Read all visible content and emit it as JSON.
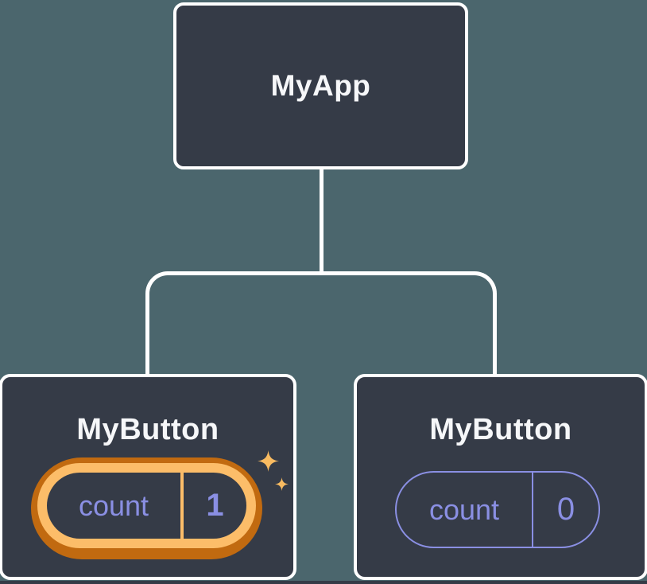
{
  "diagram": {
    "type": "component-tree",
    "description": "React component tree: MyApp parent with two MyButton children, each holding its own isolated count state; the left button's state is highlighted as just updated",
    "root": {
      "label": "MyApp"
    },
    "children": [
      {
        "label": "MyButton",
        "state": {
          "key": "count",
          "value": "1"
        },
        "highlighted": true,
        "icon": "sparkles-icon"
      },
      {
        "label": "MyButton",
        "state": {
          "key": "count",
          "value": "0"
        },
        "highlighted": false
      }
    ],
    "colors": {
      "background": "#4b666d",
      "node_fill": "#353b47",
      "node_border": "#ffffff",
      "node_text": "#f6f7f9",
      "connector": "#ffffff",
      "state_text": "#8a8fe3",
      "state_border": "#8a8fe3",
      "highlight_dark_orange": "#c16a10",
      "highlight_gold": "#fcbd69",
      "sparkle_gold": "#f9bb61"
    }
  }
}
